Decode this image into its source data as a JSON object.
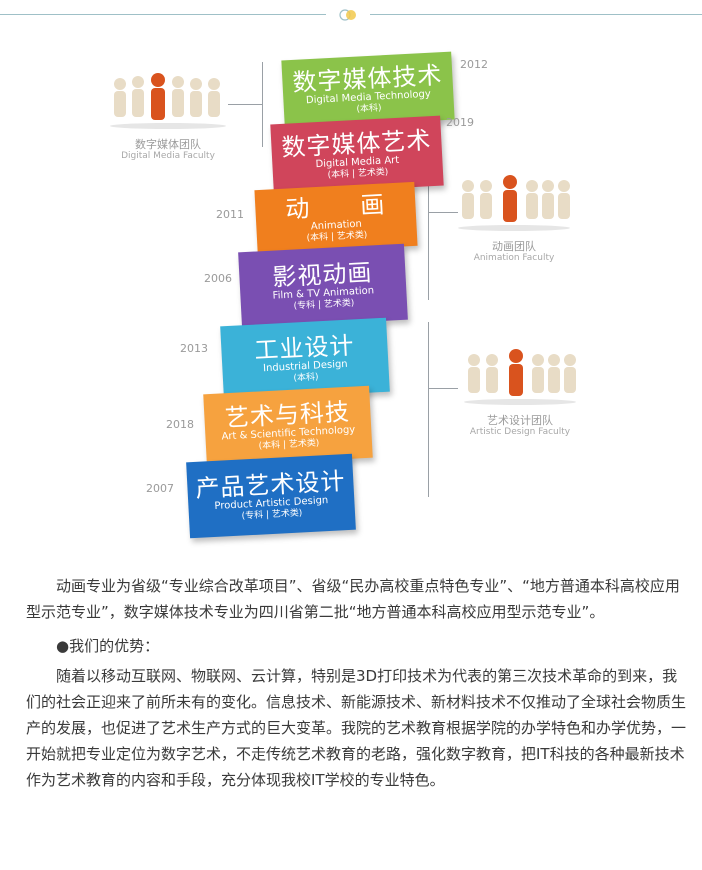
{
  "colors": {
    "media_tech": "#8bc34a",
    "media_art": "#d0455b",
    "animation": "#f07f1e",
    "film": "#7a4fb2",
    "industrial": "#3bb2d8",
    "art_sci": "#f6a23f",
    "product": "#1f6fc4",
    "divider": "#9fc0c7",
    "figure_body": "#e8dcc6",
    "figure_leader": "#d9531e"
  },
  "blocks": [
    {
      "cn": "数字媒体技术",
      "en": "Digital Media Technology",
      "type": "(本科)",
      "year": "2012"
    },
    {
      "cn": "数字媒体艺术",
      "en": "Digital Media Art",
      "type": "(本科 | 艺术类)",
      "year": "2019"
    },
    {
      "cn": "动　　画",
      "en": "Animation",
      "type": "(本科 | 艺术类)",
      "year": "2011"
    },
    {
      "cn": "影视动画",
      "en": "Film & TV Animation",
      "type": "(专科 | 艺术类)",
      "year": "2006"
    },
    {
      "cn": "工业设计",
      "en": "Industrial Design",
      "type": "(本科)",
      "year": "2013"
    },
    {
      "cn": "艺术与科技",
      "en": "Art & Scientific Technology",
      "type": "(本科 | 艺术类)",
      "year": "2018"
    },
    {
      "cn": "产品艺术设计",
      "en": "Product Artistic Design",
      "type": "(专科 | 艺术类)",
      "year": "2007"
    }
  ],
  "teams": [
    {
      "label": "数字媒体团队",
      "en": "Digital Media Faculty"
    },
    {
      "label": "动画团队",
      "en": "Animation Faculty"
    },
    {
      "label": "艺术设计团队",
      "en": "Artistic Design Faculty"
    }
  ],
  "text": {
    "para1": "动画专业为省级“专业综合改革项目”、省级“民办高校重点特色专业”、“地方普通本科高校应用型示范专业”，数字媒体技术专业为四川省第二批“地方普通本科高校应用型示范专业”。",
    "bullet": "●我们的优势：",
    "para2": "随着以移动互联网、物联网、云计算，特别是3D打印技术为代表的第三次技术革命的到来，我们的社会正迎来了前所未有的变化。信息技术、新能源技术、新材料技术不仅推动了全球社会物质生产的发展，也促进了艺术生产方式的巨大变革。我院的艺术教育根据学院的办学特色和办学优势，一开始就把专业定位为数字艺术，不走传统艺术教育的老路，强化数字教育，把IT科技的各种最新技术作为艺术教育的内容和手段，充分体现我校IT学校的专业特色。"
  }
}
